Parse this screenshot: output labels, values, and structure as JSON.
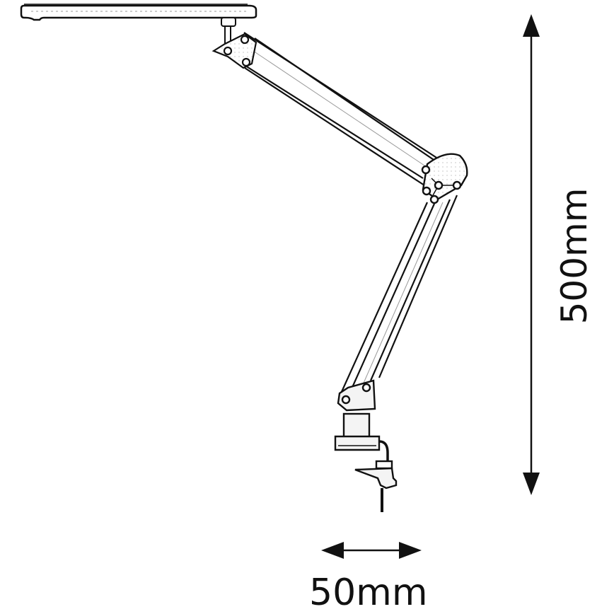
{
  "figure": {
    "subject": "Clamp-mounted desk lamp with articulated arm",
    "line_color": "#111111",
    "fill_color": "#ffffff",
    "shade_color": "#e6e6e6"
  },
  "dimensions": {
    "height": {
      "label": "500mm",
      "orientation": "vertical"
    },
    "width": {
      "label": "50mm",
      "orientation": "horizontal"
    }
  },
  "parts": [
    {
      "name": "lamp-head",
      "label": "LED head panel"
    },
    {
      "name": "upper-arm",
      "label": "Upper arm"
    },
    {
      "name": "elbow-joint",
      "label": "Elbow joint"
    },
    {
      "name": "lower-arm",
      "label": "Lower arm"
    },
    {
      "name": "base-joint",
      "label": "Base joint"
    },
    {
      "name": "clamp",
      "label": "Table clamp"
    }
  ]
}
